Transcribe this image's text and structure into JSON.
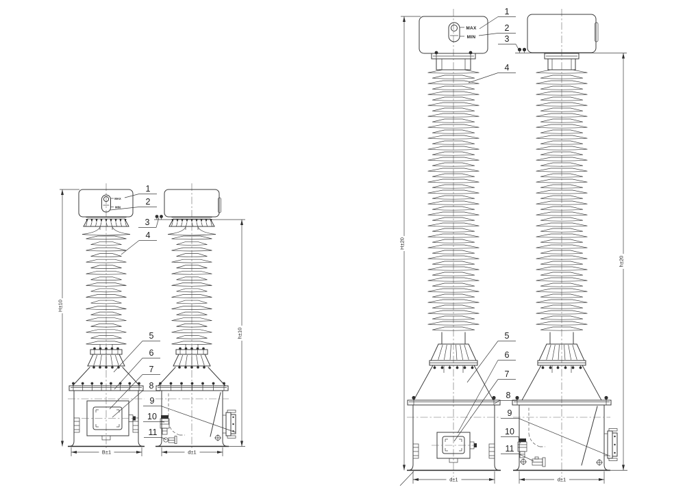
{
  "figure": {
    "type": "technical-drawing",
    "description": "Outline drawing of oil-immersed inverted current transformers: front and side views of a small unit (left) and a large unit (right)",
    "callout_numbers": [
      "1",
      "2",
      "3",
      "4",
      "5",
      "6",
      "7",
      "8",
      "9",
      "10",
      "11"
    ],
    "oil_gauge": {
      "max": "MAX",
      "min": "MIN"
    },
    "dimensions": {
      "small": {
        "overall_height": "H±10",
        "partial_height": "h±10",
        "front_width": "B±1",
        "side_width": "d±1"
      },
      "large": {
        "overall_height": "H±20",
        "partial_height": "h±20",
        "front_width": "d±1",
        "side_width": "d±1"
      }
    }
  }
}
